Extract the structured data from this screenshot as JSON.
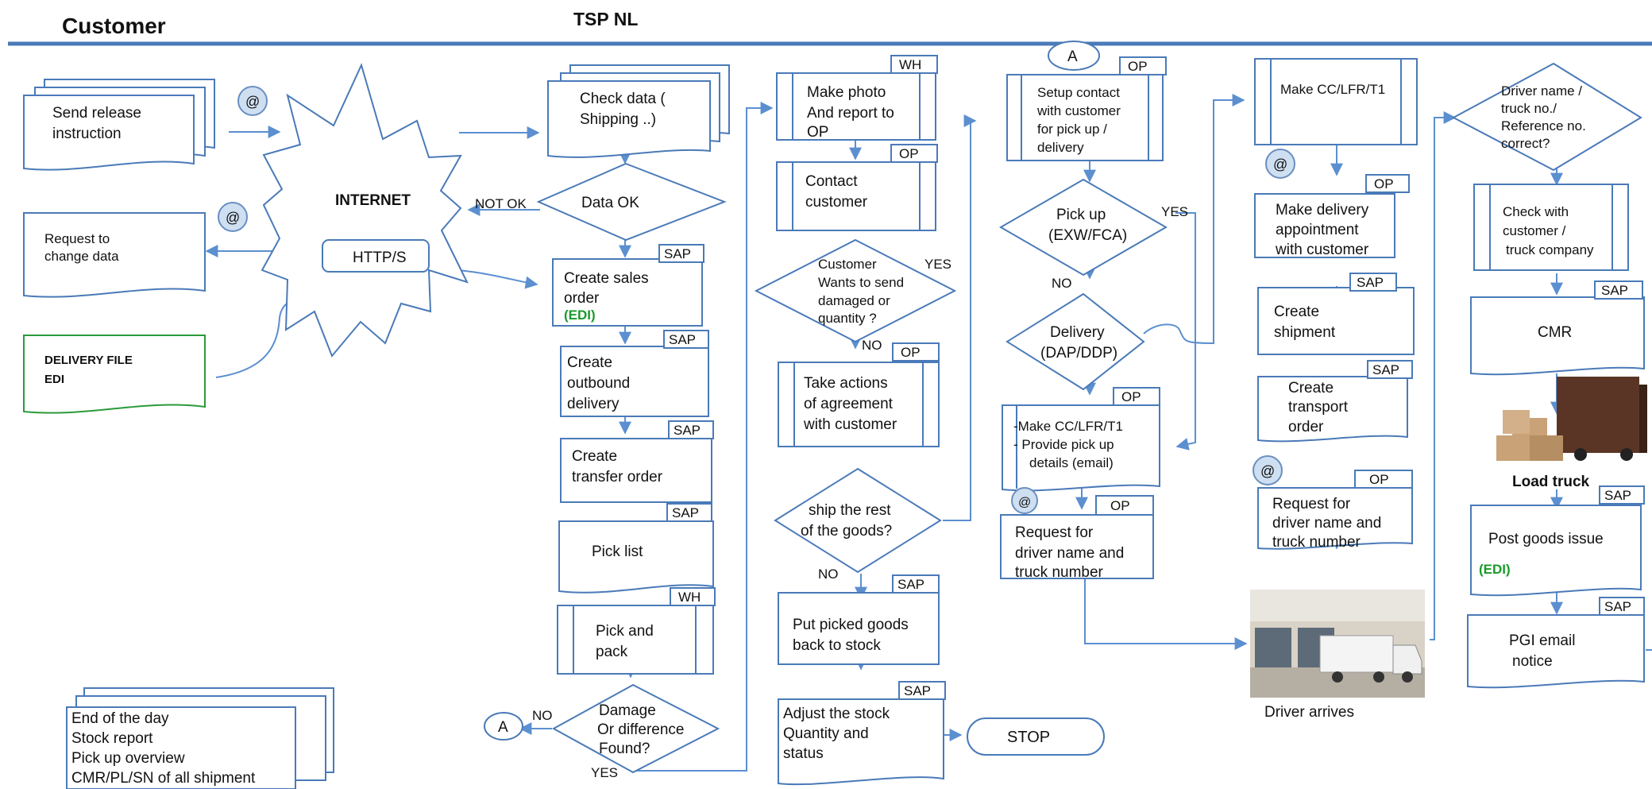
{
  "header": {
    "lane_customer": "Customer",
    "lane_tsp": "TSP NL"
  },
  "labels": {
    "wh": "WH",
    "op": "OP",
    "sap": "SAP",
    "edi_tag": "(EDI)",
    "edi": "EDI",
    "yes": "YES",
    "no": "NO",
    "not_ok": "NOT OK",
    "a": "A"
  },
  "customer": {
    "send_release": [
      "Send release",
      "instruction"
    ],
    "request_change": [
      "Request to",
      "change data"
    ],
    "delivery_file": "DELIVERY FILE",
    "internet": "INTERNET",
    "https": "HTTP/S",
    "end_of_day": [
      "End of the day",
      "Stock report",
      "Pick up overview",
      "CMR/PL/SN of all shipment"
    ]
  },
  "col1": {
    "check_data": [
      "Check data (",
      "Shipping ..)"
    ],
    "data_ok": "Data OK",
    "create_sales_order": [
      "Create sales",
      "order"
    ],
    "create_outbound": [
      "Create",
      "outbound",
      "delivery"
    ],
    "create_transfer": [
      "Create",
      "transfer order"
    ],
    "pick_list": "Pick list",
    "pick_pack": [
      "Pick and",
      "pack"
    ],
    "damage": [
      "Damage",
      "Or difference",
      "Found?"
    ]
  },
  "col2": {
    "make_photo": [
      "Make photo",
      "And report to",
      "OP"
    ],
    "contact_customer": [
      "Contact",
      "customer"
    ],
    "customer_wants": [
      "Customer",
      "Wants to send",
      "damaged or",
      "quantity ?"
    ],
    "take_actions": [
      "Take actions",
      "of agreement",
      "with customer"
    ],
    "ship_rest": [
      "ship the rest",
      "of the goods?"
    ],
    "put_back": [
      "Put picked goods",
      "back to stock"
    ],
    "adjust_stock": [
      "Adjust the stock",
      "Quantity and",
      "status"
    ],
    "stop": "STOP"
  },
  "col3": {
    "setup_contact": [
      "Setup contact",
      "with customer",
      "for pick up /",
      "delivery"
    ],
    "pick_up": [
      "Pick up",
      "(EXW/FCA)"
    ],
    "delivery": [
      "Delivery",
      "(DAP/DDP)"
    ],
    "make_cc": [
      "-Make CC/LFR/T1",
      "- Provide pick up",
      "details (email)"
    ],
    "request_driver": [
      "Request for",
      "driver name and",
      "truck number"
    ]
  },
  "col4": {
    "make_cc": "Make CC/LFR/T1",
    "make_appt": [
      "Make delivery",
      "appointment",
      "with customer"
    ],
    "create_shipment": [
      "Create",
      "shipment"
    ],
    "create_transport": [
      "Create",
      "transport",
      "order"
    ],
    "request_driver": [
      "Request for",
      "driver name and",
      "truck number"
    ],
    "driver_arrives": "Driver arrives"
  },
  "col5": {
    "driver_check": [
      "Driver name /",
      "truck no./",
      "Reference no.",
      "correct?"
    ],
    "check_with": [
      "Check with",
      "customer /",
      "truck company"
    ],
    "cmr": "CMR",
    "load_truck": "Load truck",
    "post_goods": "Post goods issue",
    "pgi_email": [
      "PGI email",
      "notice"
    ]
  }
}
